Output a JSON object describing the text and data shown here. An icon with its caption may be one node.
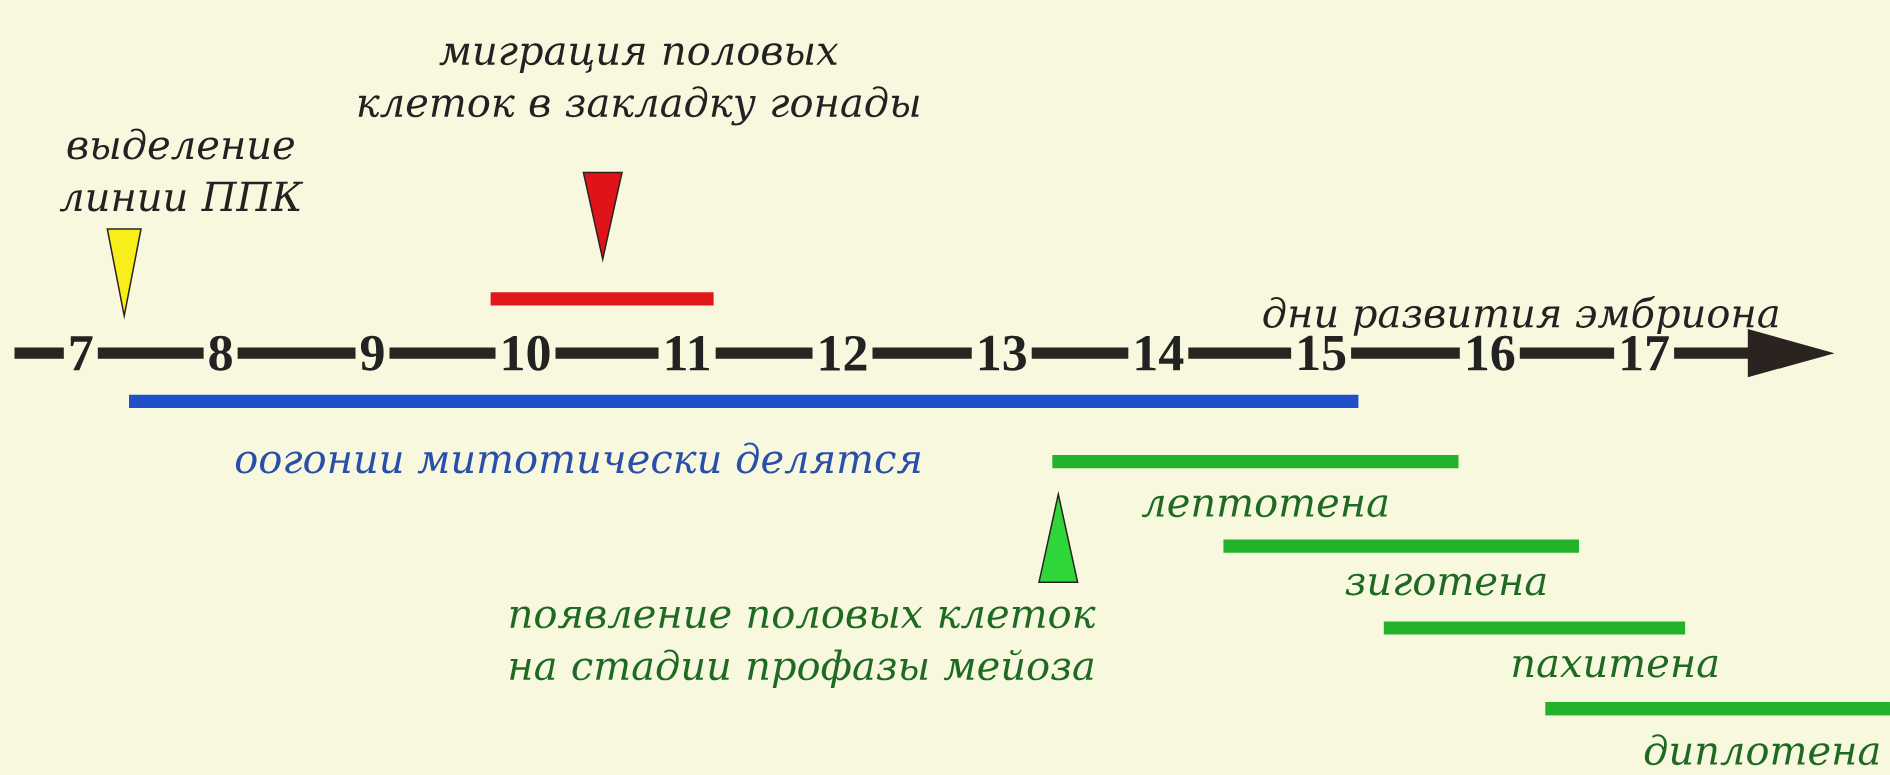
{
  "diagram": {
    "nodes": [
      {
        "text": [
          "выделение линии ППК"
        ]
      },
      {
        "text": [
          "миграция половых клеток в закладку гонады"
        ]
      },
      {
        "text": [],
        "shape": "bar"
      },
      {
        "text": [
          "оогонии митотически делятся"
        ]
      },
      {
        "text": [
          "лептотена"
        ]
      },
      {
        "text": [
          "появление половых клеток на стадии профазы мейоза"
        ]
      },
      {
        "text": [
          "зиготена"
        ]
      },
      {
        "text": [
          "пахитена"
        ]
      },
      {
        "text": [
          "диплотена"
        ]
      }
    ],
    "labels": [
      "дни развития эмбриона",
      "7",
      "8",
      "9",
      "10",
      "11",
      "12",
      "13",
      "14",
      "15",
      "16",
      "17"
    ]
  }
}
